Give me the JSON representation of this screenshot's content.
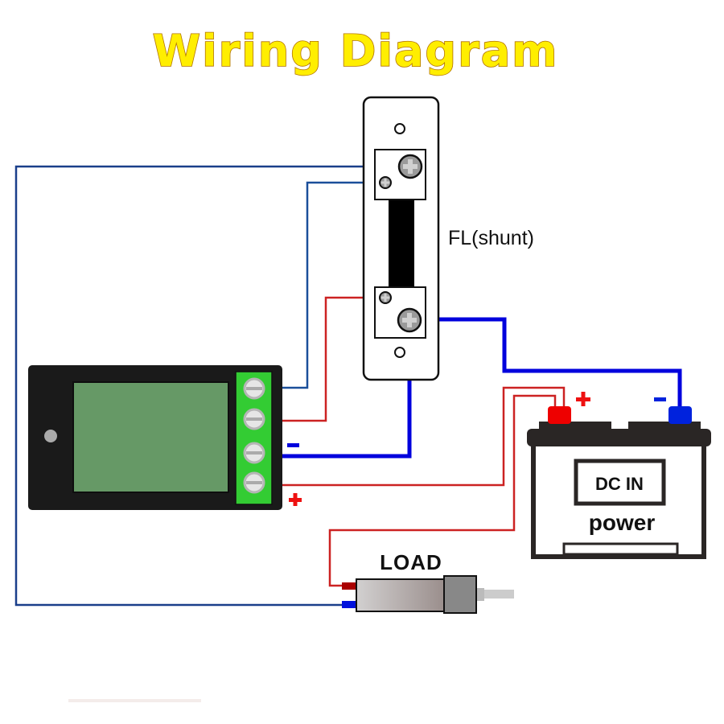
{
  "title": "Wiring Diagram",
  "shunt": {
    "label": "FL(shunt)"
  },
  "meter": {
    "minus_sign": "-",
    "plus_sign": "+"
  },
  "battery": {
    "label_box": "DC IN",
    "label": "power",
    "plus_sign": "+",
    "minus_sign": "-"
  },
  "load": {
    "label": "LOAD"
  },
  "colors": {
    "title_fill": "#ffee00",
    "title_outline": "#b07000",
    "thin_blue_wire": "#1a3f8a",
    "thick_blue_wire": "#0000dd",
    "red_wire": "#cc2222",
    "meter_body": "#1a1a1a",
    "meter_screen": "#669966",
    "terminal_block": "#33cc33",
    "battery_body": "#2a2625",
    "battery_plus_post": "#ee0000",
    "battery_minus_post": "#0022dd"
  }
}
